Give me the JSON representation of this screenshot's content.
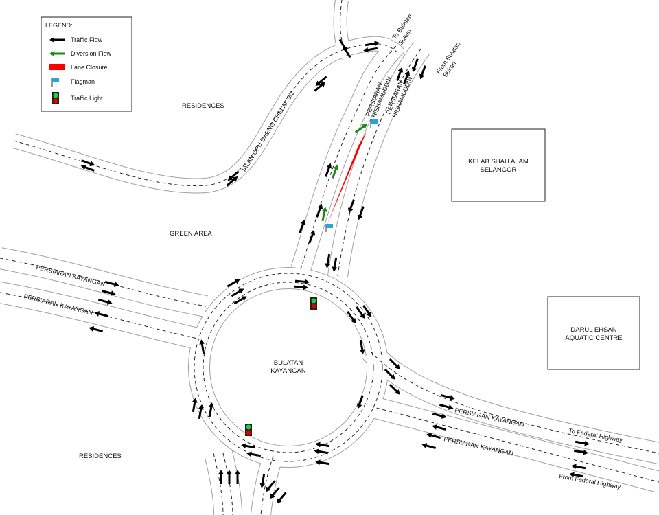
{
  "legend": {
    "title": "LEGEND:",
    "items": [
      {
        "label": "Traffic Flow",
        "icon": "black-arrow-icon"
      },
      {
        "label": "Diversion Flow",
        "icon": "green-arrow-icon"
      },
      {
        "label": "Lane Closure",
        "icon": "red-closure-icon"
      },
      {
        "label": "Flagman",
        "icon": "flag-icon"
      },
      {
        "label": "Traffic Light",
        "icon": "traffic-light-icon"
      }
    ]
  },
  "areas": {
    "residences_top": "RESIDENCES",
    "residences_bottom": "RESIDENCES",
    "green_area": "GREEN AREA",
    "roundabout_line1": "BULATAN",
    "roundabout_line2": "KAYANGAN"
  },
  "buildings": {
    "kelab_line1": "KELAB SHAH ALAM",
    "kelab_line2": "SELANGOR",
    "darul_line1": "DARUL EHSAN",
    "darul_line2": "AQUATIC CENTRE"
  },
  "roads": {
    "jalan_opu": "JALAN OPU DAENG CHELAK 9/2",
    "hishamuddin_1_line1": "PERSIARAN",
    "hishamuddin_1_line2": "HISHAMUDDIN",
    "hishamuddin_2_line1": "PERSIARAN",
    "hishamuddin_2_line2": "HISHAMUDDIN",
    "kayangan_w1": "PERSIARAN KAYANGAN",
    "kayangan_w2": "PERSIARAN KAYANGAN",
    "kayangan_e1": "PERSIARAN KAYANGAN",
    "kayangan_e2": "PERSIARAN KAYANGAN"
  },
  "directions": {
    "to_sukan_line1": "To Bulatan",
    "to_sukan_line2": "Sukan",
    "from_sukan_line1": "From Bulatan",
    "from_sukan_line2": "Sukan",
    "to_federal": "To Federal Highway",
    "from_federal": "From Federal Highway"
  },
  "colors": {
    "traffic": "#000000",
    "diversion": "#1a8a1a",
    "closure": "#ff0000",
    "flag": "#29a3d9",
    "light_green": "#22cc44",
    "light_red": "#dd0000",
    "road_edge": "#a0a0a0"
  }
}
